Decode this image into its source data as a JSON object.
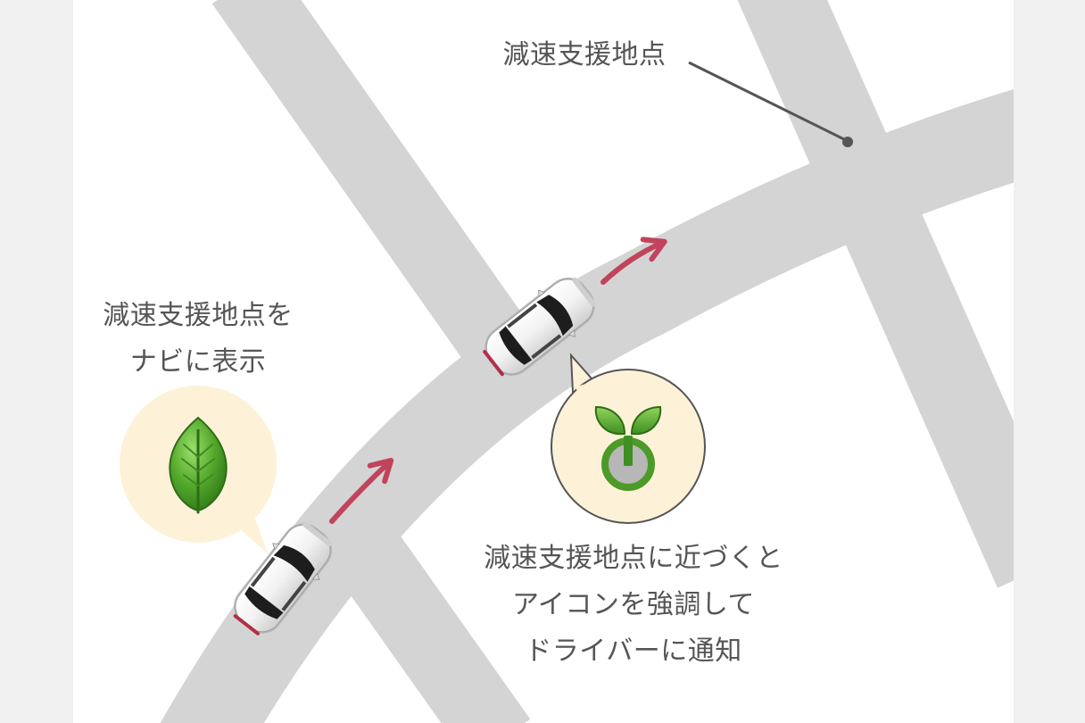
{
  "labels": {
    "top": "減速支援地点",
    "left": [
      "減速支援地点を",
      "ナビに表示"
    ],
    "bottom": [
      "減速支援地点に近づくと",
      "アイコンを強調して",
      "ドライバーに通知"
    ]
  },
  "icons": {
    "left_bubble": "leaf-icon",
    "right_bubble": "sprout-power-icon"
  },
  "colors": {
    "road": "#d4d4d4",
    "map_background": "#ffffff",
    "page_background": "#f0f0f0",
    "arrow": "#c2445c",
    "bubble": "#fdf2d8",
    "leaf_green": "#5aa832",
    "text": "#555555"
  }
}
